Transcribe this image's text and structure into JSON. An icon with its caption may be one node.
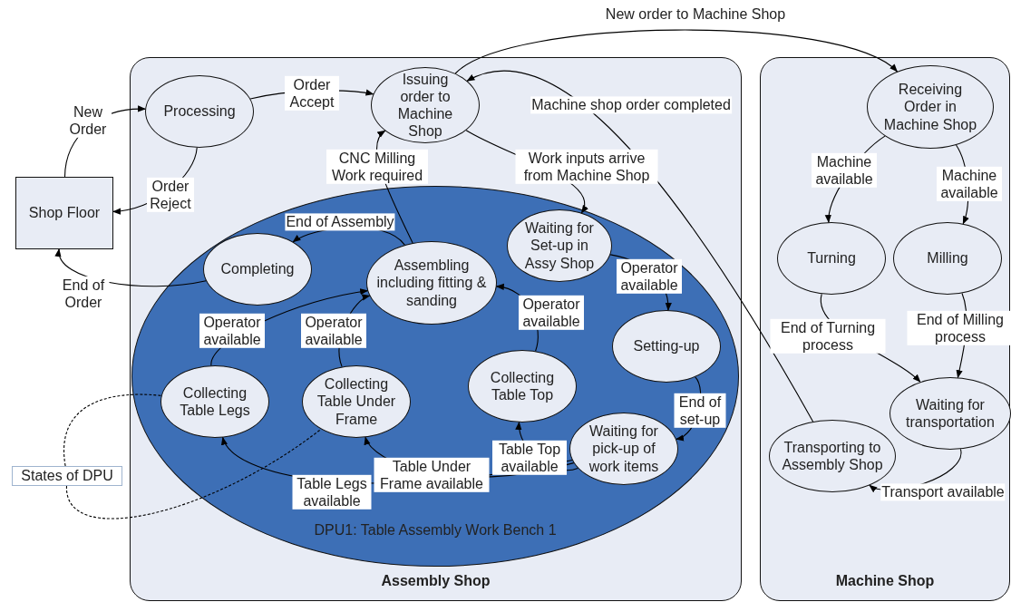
{
  "diagram": {
    "nodes": [
      {
        "text": [
          "Assembly Shop"
        ]
      },
      {
        "text": [
          "Machine Shop"
        ]
      },
      {
        "text": [
          "Shop Floor"
        ]
      },
      {
        "text": [
          "Processing"
        ],
        "in": 0
      },
      {
        "text": [
          "Issuing order to Machine Shop"
        ],
        "in": 0
      },
      {
        "text": [
          "DPU1: Table Assembly Work Bench 1"
        ],
        "in": 0
      },
      {
        "text": [
          "Completing"
        ],
        "in": 5
      },
      {
        "text": [
          "Assembling including fitting & sanding"
        ],
        "in": 5
      },
      {
        "text": [
          "Waiting for Set-up in Assy Shop"
        ],
        "in": 5
      },
      {
        "text": [
          "Setting-up"
        ],
        "in": 5
      },
      {
        "text": [
          "Collecting Table Legs"
        ],
        "in": 5
      },
      {
        "text": [
          "Collecting Table Under Frame"
        ],
        "in": 5
      },
      {
        "text": [
          "Collecting Table Top"
        ],
        "in": 5
      },
      {
        "text": [
          "Waiting for pick-up of work items"
        ],
        "in": 5
      },
      {
        "text": [
          "Receiving Order in Machine Shop"
        ],
        "in": 1
      },
      {
        "text": [
          "Turning"
        ],
        "in": 1
      },
      {
        "text": [
          "Milling"
        ],
        "in": 1
      },
      {
        "text": [
          "Waiting for transportation"
        ],
        "in": 1
      },
      {
        "text": [
          "Transporting to Assembly Shop"
        ],
        "in": 1
      },
      {
        "text": [
          "States of DPU"
        ]
      }
    ],
    "edges": [
      {
        "from": 2,
        "to": 3,
        "arrow": "to",
        "label": "New Order"
      },
      {
        "from": 3,
        "to": 2,
        "arrow": "to",
        "label": "Order Reject"
      },
      {
        "from": 3,
        "to": 4,
        "arrow": "to",
        "label": "Order Accept"
      },
      {
        "from": 4,
        "to": 14,
        "arrow": "to",
        "label": "New order to Machine Shop"
      },
      {
        "from": 18,
        "to": 4,
        "arrow": "to",
        "label": "Machine shop order completed"
      },
      {
        "from": 4,
        "to": 8,
        "arrow": "to",
        "label": "Work inputs arrive from Machine Shop"
      },
      {
        "from": 7,
        "to": 4,
        "arrow": "to",
        "label": "CNC Milling Work required"
      },
      {
        "from": 7,
        "to": 6,
        "arrow": "to",
        "label": "End of Assembly"
      },
      {
        "from": 6,
        "to": 2,
        "arrow": "to",
        "label": "End of Order"
      },
      {
        "from": 12,
        "to": 7,
        "arrow": "to",
        "label": "Operator available"
      },
      {
        "from": 8,
        "to": 9,
        "arrow": "to",
        "label": "Operator available"
      },
      {
        "from": 9,
        "to": 13,
        "arrow": "to",
        "label": "End of set-up"
      },
      {
        "from": 13,
        "to": 12,
        "arrow": "to",
        "label": "Table Top available"
      },
      {
        "from": 13,
        "to": 11,
        "arrow": "to",
        "label": "Table Under Frame available"
      },
      {
        "from": 13,
        "to": 10,
        "arrow": "to",
        "label": "Table Legs available"
      },
      {
        "from": 10,
        "to": 7,
        "arrow": "to",
        "label": "Operator available"
      },
      {
        "from": 11,
        "to": 7,
        "arrow": "to",
        "label": "Operator available"
      },
      {
        "from": 14,
        "to": 15,
        "arrow": "to",
        "label": "Machine available"
      },
      {
        "from": 14,
        "to": 16,
        "arrow": "to",
        "label": "Machine available"
      },
      {
        "from": 15,
        "to": 17,
        "arrow": "to",
        "label": "End of Turning process"
      },
      {
        "from": 16,
        "to": 17,
        "arrow": "to",
        "label": "End of Milling process"
      },
      {
        "from": 17,
        "to": 18,
        "arrow": "to",
        "label": "Transport available"
      },
      {
        "from": 19,
        "to": 10,
        "arrow": "none",
        "style": "dashed"
      },
      {
        "from": 19,
        "to": 11,
        "arrow": "none",
        "style": "dashed"
      }
    ]
  }
}
